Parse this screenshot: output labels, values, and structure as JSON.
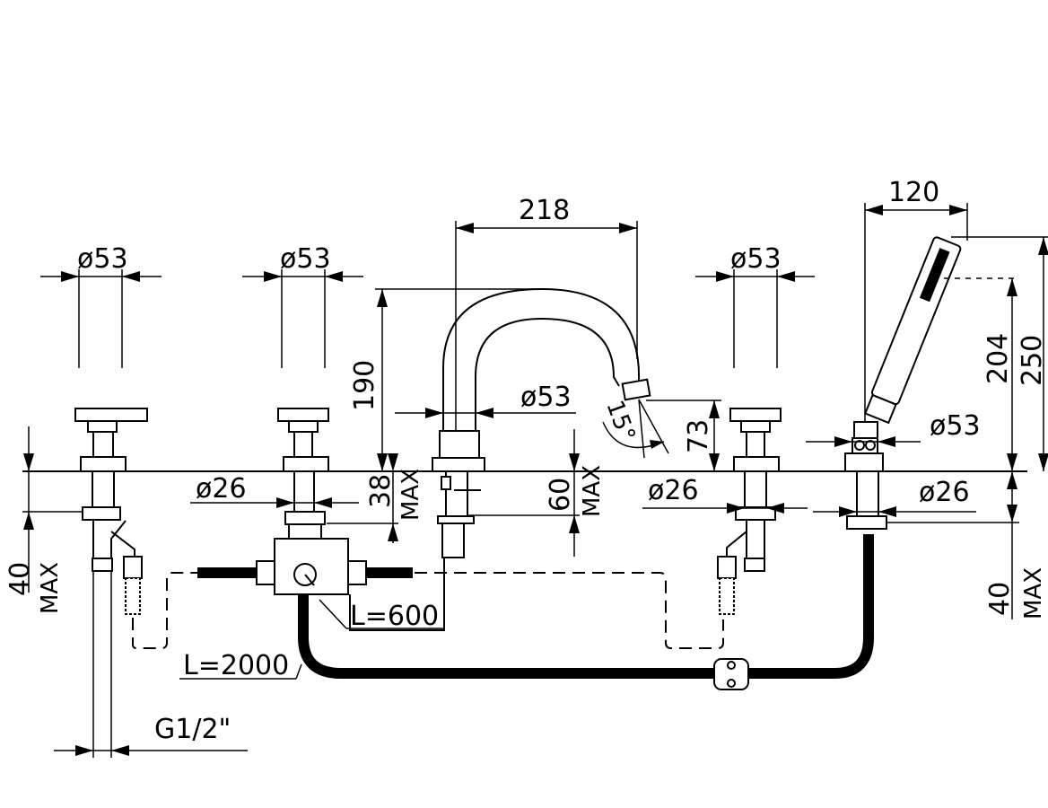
{
  "dimensions": {
    "spout_reach": "218",
    "handshower_reach": "120",
    "spout_height": "190",
    "handshower_height": "250",
    "handshower_holder_height": "204",
    "spout_tip_height": "73",
    "spout_angle": "15°",
    "handle_left_dia": "ø53",
    "handle_mid_dia": "ø53",
    "handle_right_dia": "ø53",
    "spout_dia": "ø53",
    "handshower_base_dia": "ø53",
    "shank_left_dia": "ø26",
    "shank_right_dia": "ø26",
    "shank_shower_dia": "ø26",
    "deck_max_left": "38",
    "deck_max_left_unit": "MAX",
    "deck_max_spout": "60",
    "deck_max_spout_unit": "MAX",
    "deck_max_far_left": "40",
    "deck_max_far_left_unit": "MAX",
    "deck_max_far_right": "40",
    "deck_max_far_right_unit": "MAX",
    "hose_short_length": "L=600",
    "hose_long_length": "L=2000",
    "thread_size": "G1/2\""
  }
}
